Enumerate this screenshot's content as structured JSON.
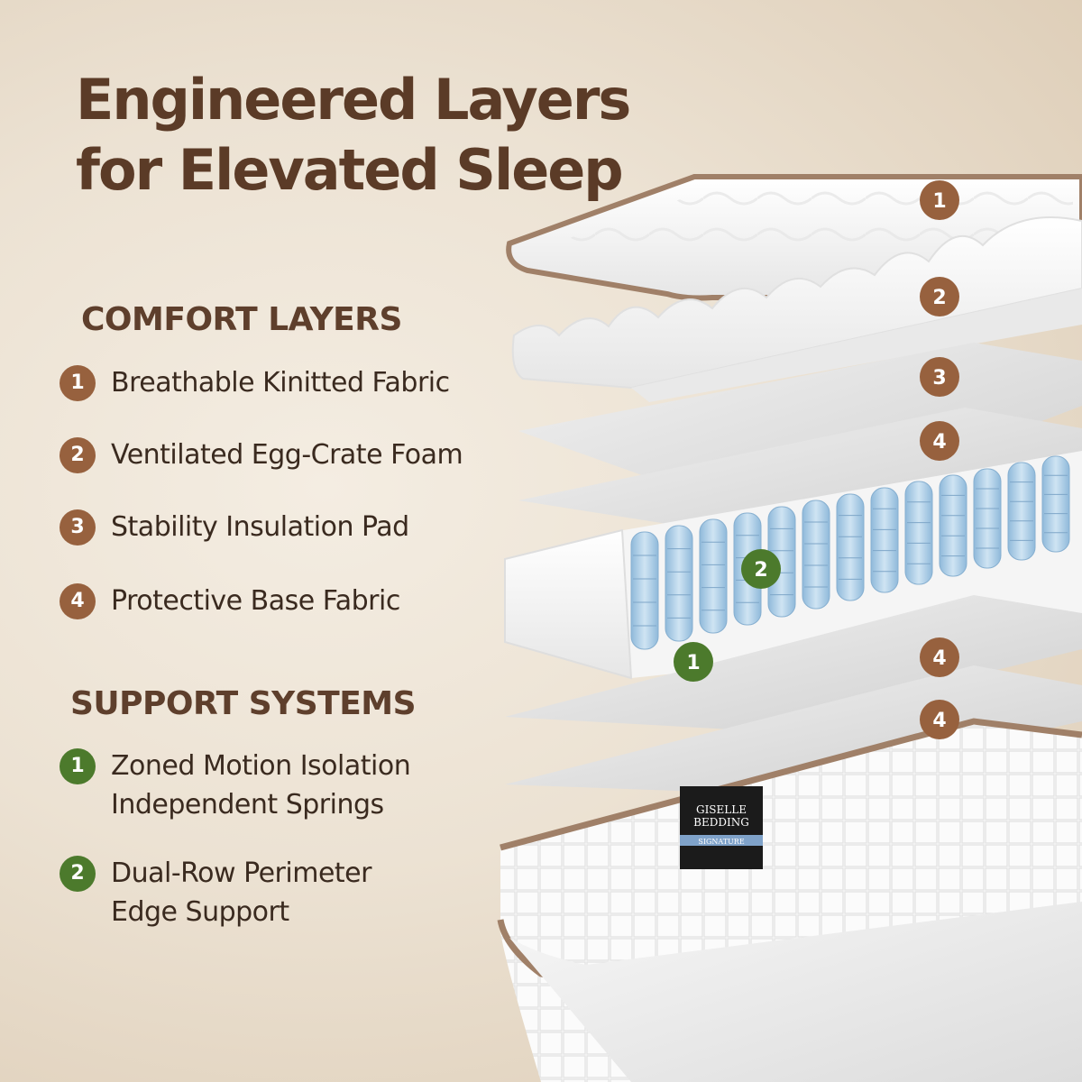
{
  "title": "Engineered Layers for Elevated Sleep",
  "comfort": {
    "heading": "COMFORT LAYERS",
    "items": [
      {
        "num": "1",
        "label": "Breathable Kinitted Fabric"
      },
      {
        "num": "2",
        "label": "Ventilated Egg-Crate Foam"
      },
      {
        "num": "3",
        "label": "Stability Insulation Pad"
      },
      {
        "num": "4",
        "label": "Protective Base Fabric"
      }
    ]
  },
  "support": {
    "heading": "SUPPORT SYSTEMS",
    "items": [
      {
        "num": "1",
        "label": "Zoned Motion Isolation\nIndependent Springs"
      },
      {
        "num": "2",
        "label": "Dual-Row Perimeter\nEdge Support"
      }
    ]
  },
  "callouts": {
    "topper": "1",
    "foam": "2",
    "pad": "3",
    "fabric_upper": "4",
    "springs_edge": "2",
    "springs_core": "1",
    "fabric_lower_a": "4",
    "fabric_lower_b": "4"
  },
  "label_tag": {
    "brand_line1": "GISELLE",
    "brand_line2": "BEDDING",
    "line3": "SIGNATURE"
  },
  "colors": {
    "brown_badge": "#97613e",
    "green_badge": "#4c7a2c",
    "title_brown": "#5b3b27",
    "spring_blue": "#a9cde6"
  }
}
